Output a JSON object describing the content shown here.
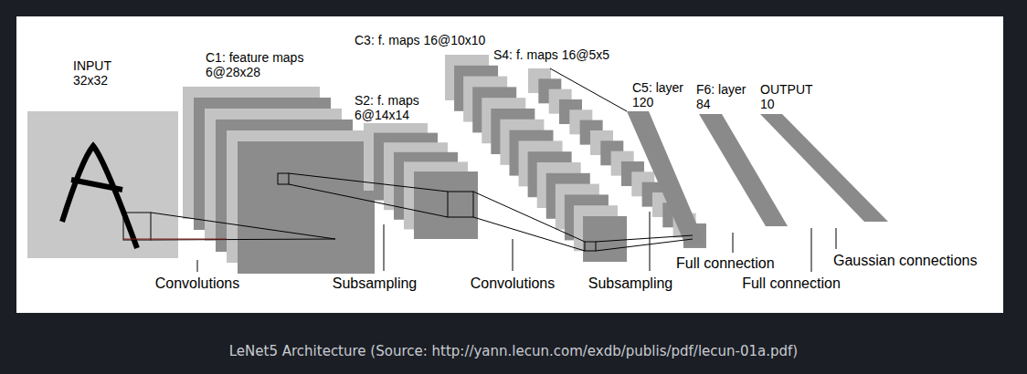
{
  "diagram": {
    "caption": "LeNet5 Architecture (Source: http://yann.lecun.com/exdb/publis/pdf/lecun-01a.pdf)",
    "nodes": [
      {
        "text": [
          "INPUT 32x32"
        ]
      },
      {
        "text": [
          "C1: feature maps 6@28x28"
        ]
      },
      {
        "text": [
          "S2: f. maps 6@14x14"
        ]
      },
      {
        "text": [
          "C3: f. maps 16@10x10"
        ]
      },
      {
        "text": [
          "S4: f. maps 16@5x5"
        ]
      },
      {
        "text": [
          "C5: layer 120"
        ]
      },
      {
        "text": [
          "F6: layer 84"
        ]
      },
      {
        "text": [
          "OUTPUT 10"
        ]
      }
    ],
    "labels": [
      "Convolutions",
      "Subsampling",
      "Convolutions",
      "Subsampling",
      "Full connection",
      "Full connection",
      "Gaussian connections"
    ]
  }
}
